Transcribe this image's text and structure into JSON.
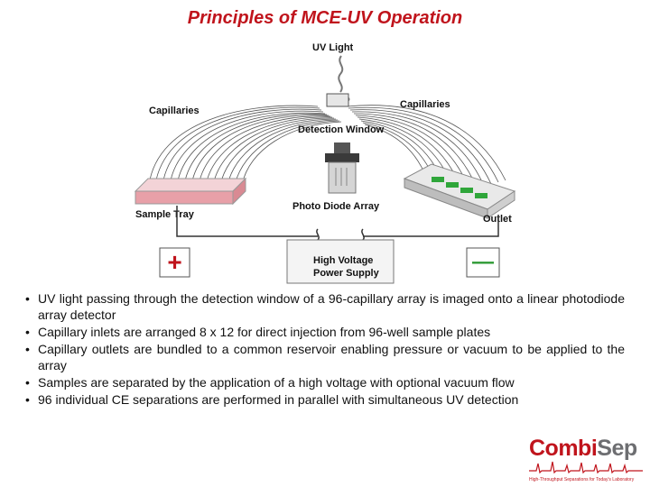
{
  "title": "Principles of MCE-UV Operation",
  "diagram": {
    "uv_light": "UV Light",
    "capillaries_left": "Capillaries",
    "capillaries_right": "Capillaries",
    "detection_window": "Detection Window",
    "sample_tray": "Sample Tray",
    "photo_diode_array": "Photo Diode Array",
    "outlet": "Outlet",
    "power_supply_line1": "High Voltage",
    "power_supply_line2": "Power Supply",
    "plus_symbol": "+",
    "minus_symbol": "—",
    "colors": {
      "title": "#c0141c",
      "plus": "#c0141c",
      "minus": "#2e9a34",
      "tray": "#e8a0a8",
      "outlet_blocks": "#2fa63a"
    }
  },
  "bullets": [
    "UV light passing through the detection window of a 96-capillary array is imaged onto a linear photodiode array detector",
    "Capillary inlets are arranged 8 x 12 for direct injection from 96-well sample plates",
    "Capillary outlets are bundled to a common reservoir enabling pressure or vacuum to be applied to the array",
    "Samples are separated by the application of a high voltage with optional vacuum flow",
    "96 individual CE separations are performed in parallel with simultaneous UV detection"
  ],
  "logo": {
    "part1": "Combi",
    "part2": "Sep",
    "tagline": "High-Throughput Separations for Today's Laboratory"
  }
}
